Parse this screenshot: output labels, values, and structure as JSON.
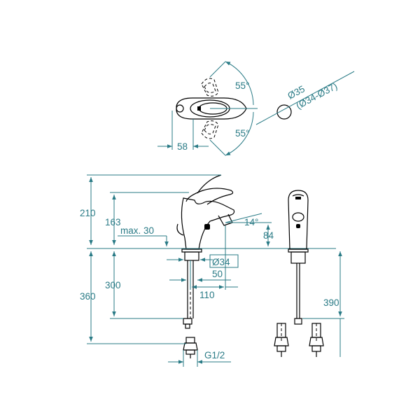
{
  "colors": {
    "dimension": "#2a7b86",
    "outline": "#000000",
    "background": "#ffffff"
  },
  "top_view": {
    "angle_upper": "55°",
    "angle_lower": "55°",
    "handle_offset": "58",
    "hole_diameter": "Ø35",
    "hole_range": "(Ø34-Ø37)"
  },
  "side_view": {
    "height_total": "210",
    "height_spout_top": "163",
    "max_height": "max. 30",
    "spout_angle": "14°",
    "spout_height": "84",
    "base_diameter": "Ø34",
    "base_width": "50",
    "projection": "110",
    "hose_length_total": "360",
    "hose_length": "300",
    "connection": "G1/2"
  },
  "front_view": {
    "hose_length": "390"
  }
}
